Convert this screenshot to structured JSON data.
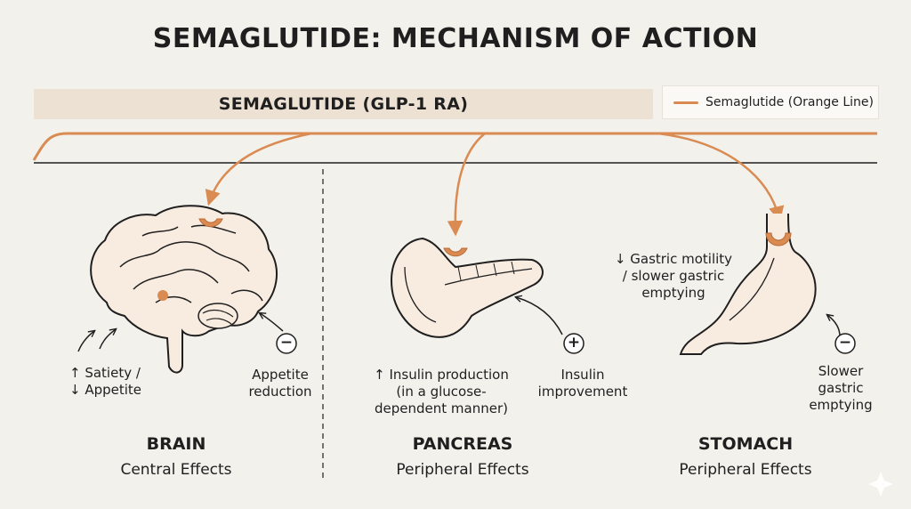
{
  "title": "SEMAGLUTIDE: MECHANISM OF ACTION",
  "banner": "SEMAGLUTIDE (GLP-1 RA)",
  "legend": {
    "label": "Semaglutide (Orange Line)",
    "color": "#d98b52"
  },
  "colors": {
    "drug": "#d98b52",
    "organ_fill": "#f8ebe0",
    "stroke": "#1f1f1f"
  },
  "brain": {
    "name": "BRAIN",
    "sub": "Central Effects",
    "effect_1": "↑ Satiety /",
    "effect_2": "↓ Appetite",
    "side_1": "Appetite",
    "side_2": "reduction",
    "side_symbol": "−"
  },
  "pancreas": {
    "name": "PANCREAS",
    "sub": "Peripheral Effects",
    "effect_1": "↑ Insulin production",
    "effect_2": "(in a glucose-",
    "effect_3": "dependent manner)",
    "side_1": "Insulin",
    "side_2": "improvement",
    "side_symbol": "+"
  },
  "stomach": {
    "name": "STOMACH",
    "sub": "Peripheral Effects",
    "effect_1": "↓ Gastric motility",
    "effect_2": "/ slower gastric",
    "effect_3": "emptying",
    "side_1": "Slower",
    "side_2": "gastric",
    "side_3": "emptying",
    "side_symbol": "−"
  }
}
